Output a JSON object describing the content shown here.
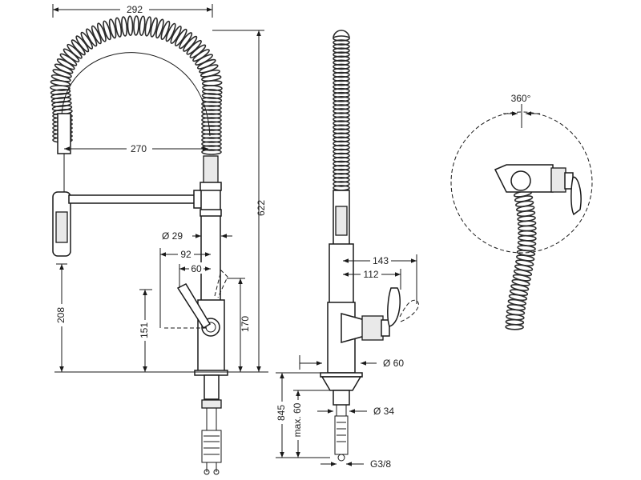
{
  "dimensions": {
    "width_top": "292",
    "width_spout": "270",
    "diameter_body": "Ø 29",
    "offset_92": "92",
    "offset_60": "60",
    "height_total": "622",
    "height_208": "208",
    "height_151": "151",
    "height_170": "170",
    "reach_143": "143",
    "reach_112": "112",
    "diameter_base": "Ø 60",
    "depth_845": "845",
    "max_60": "max. 60",
    "diameter_hole": "Ø 34",
    "thread": "G3/8",
    "rotation": "360°"
  }
}
